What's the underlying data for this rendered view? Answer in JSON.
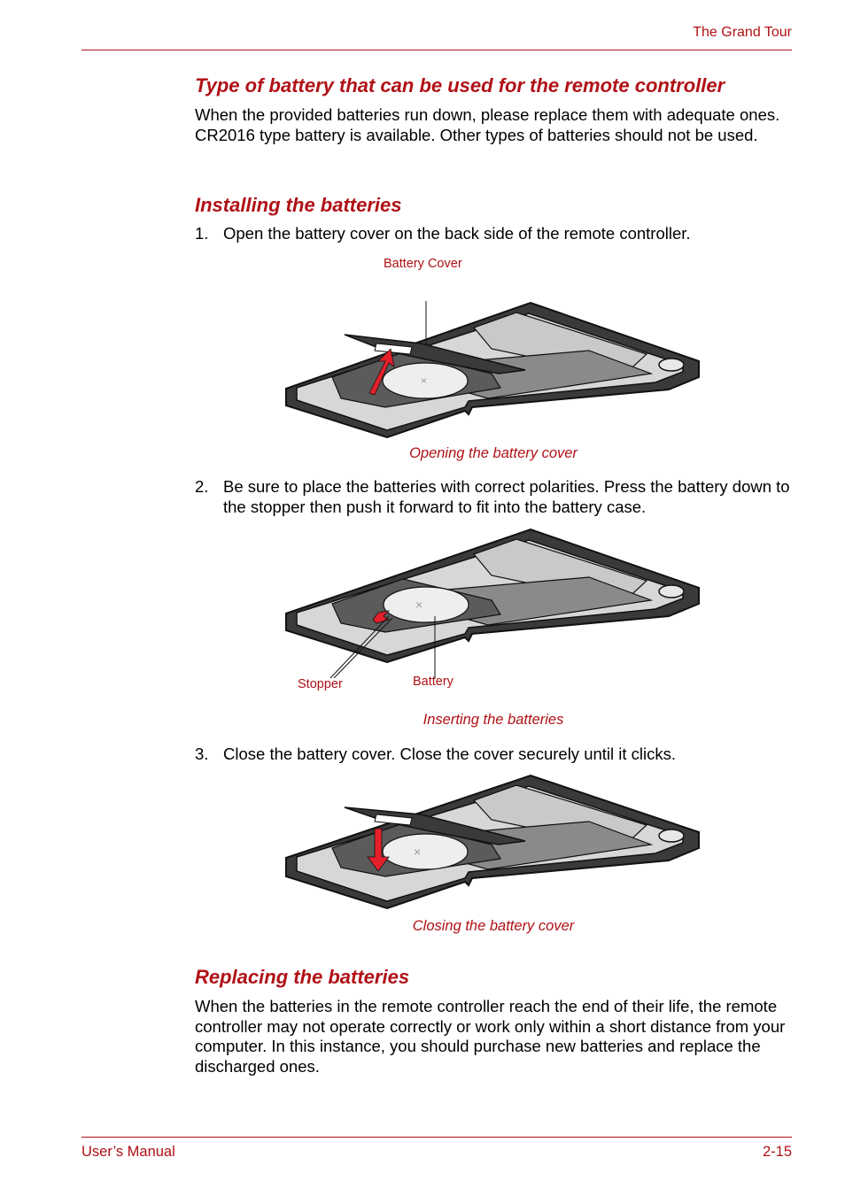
{
  "header": {
    "section": "The Grand Tour"
  },
  "section1": {
    "title": "Type of battery that can be used for the remote controller",
    "body": "When the provided batteries run down, please replace them with adequate ones. CR2016 type battery is available. Other types of batteries should not be used."
  },
  "section2": {
    "title": "Installing the batteries",
    "steps": [
      {
        "num": "1.",
        "text": "Open the battery cover on the back side of the remote controller."
      },
      {
        "num": "2.",
        "text": "Be sure to place the batteries with correct polarities. Press the battery down to the stopper then push it forward to fit into the battery case."
      },
      {
        "num": "3.",
        "text": "Close the battery cover. Close the cover securely until it clicks."
      }
    ]
  },
  "figures": [
    {
      "caption": "Opening the battery cover",
      "labels": [
        "Battery Cover"
      ]
    },
    {
      "caption": "Inserting the batteries",
      "labels": [
        "Stopper",
        "Battery"
      ]
    },
    {
      "caption": "Closing the battery cover",
      "labels": []
    }
  ],
  "section3": {
    "title": "Replacing the batteries",
    "body": "When the batteries in the remote controller reach the end of their life, the remote controller may not operate correctly or work only within a short distance from your computer. In this instance, you should purchase new batteries and replace the discharged ones."
  },
  "footer": {
    "left": "User’s Manual",
    "right": "2-15"
  },
  "colors": {
    "accent": "#b01116",
    "arrow": "#e3202b",
    "body": "#3a3a3a",
    "panel": "#d0d0d0"
  }
}
